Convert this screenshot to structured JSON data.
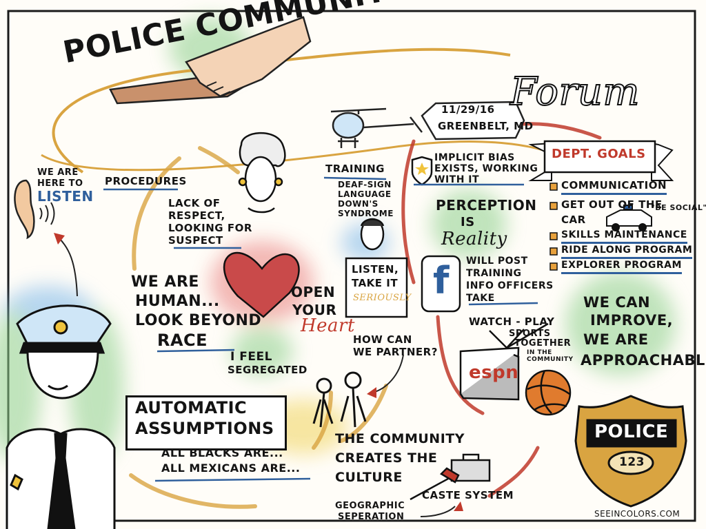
{
  "title": {
    "line1": "POLICE COMMUNITY RELATIONS",
    "script": "Forum"
  },
  "event": {
    "date": "11/29/16",
    "place": "GREENBELT, MD"
  },
  "listen": {
    "line1": "WE ARE",
    "line2": "HERE TO",
    "word": "LISTEN"
  },
  "procedures": {
    "heading": "PROCEDURES",
    "item1": [
      "LACK OF",
      "RESPECT,",
      "LOOKING FOR",
      "SUSPECT"
    ]
  },
  "human": {
    "lines": [
      "WE ARE",
      "HUMAN...",
      "LOOK BEYOND",
      "RACE"
    ]
  },
  "open_heart": {
    "line1": "OPEN",
    "line2": "YOUR",
    "script": "Heart"
  },
  "segregated": {
    "line1": "I FEEL",
    "line2": "SEGREGATED"
  },
  "assumptions": {
    "banner": [
      "AUTOMATIC",
      "ASSUMPTIONS"
    ],
    "items": [
      "ALL BLACKS ARE...",
      "ALL MEXICANS ARE..."
    ]
  },
  "training": {
    "heading": "TRAINING",
    "items": [
      "DEAF-SIGN",
      "LANGUAGE",
      "DOWN'S",
      "SYNDROME"
    ],
    "sign": [
      "LISTEN,",
      "TAKE IT"
    ],
    "sign_script": "SERIOUSLY"
  },
  "partner": {
    "line1": "HOW CAN",
    "line2": "WE PARTNER?"
  },
  "community": {
    "lines": [
      "THE COMMUNITY",
      "CREATES THE",
      "CULTURE"
    ],
    "geo": [
      "GEOGRAPHIC",
      "SEPERATION"
    ],
    "caste": "CASTE SYSTEM"
  },
  "bias": {
    "lines": [
      "IMPLICIT BIAS",
      "EXISTS, WORKING",
      "WITH IT"
    ]
  },
  "perception": {
    "line1": "PERCEPTION",
    "line2": "IS",
    "script": "Reality"
  },
  "facebook": {
    "letter": "f",
    "lines": [
      "WILL POST",
      "TRAINING",
      "INFO OFFICERS",
      "TAKE"
    ]
  },
  "watch": {
    "line1": "WATCH - PLAY",
    "line2": "SPORTS",
    "line3": "TOGETHER",
    "line4": "IN THE",
    "line5": "COMMUNITY",
    "tv_logo": "espn"
  },
  "goals": {
    "heading": "DEPT. GOALS",
    "items": [
      "COMMUNICATION",
      "GET OUT OF THE",
      "CAR",
      "SKILLS MAINTENANCE",
      "RIDE ALONG PROGRAM",
      "EXPLORER PROGRAM"
    ],
    "be_social": "\"BE SOCIAL\""
  },
  "improve": {
    "lines": [
      "WE CAN",
      "IMPROVE,",
      "WE ARE",
      "APPROACHABLE"
    ]
  },
  "badge": {
    "label": "POLICE",
    "number": "123"
  },
  "credit": "SEEINCOLORS.COM",
  "colors": {
    "ink": "#141414",
    "blue": "#2f5f9c",
    "red": "#c0392b",
    "gold": "#d9a441",
    "green": "#8ccf8a",
    "skin": "#f2c9a0"
  }
}
